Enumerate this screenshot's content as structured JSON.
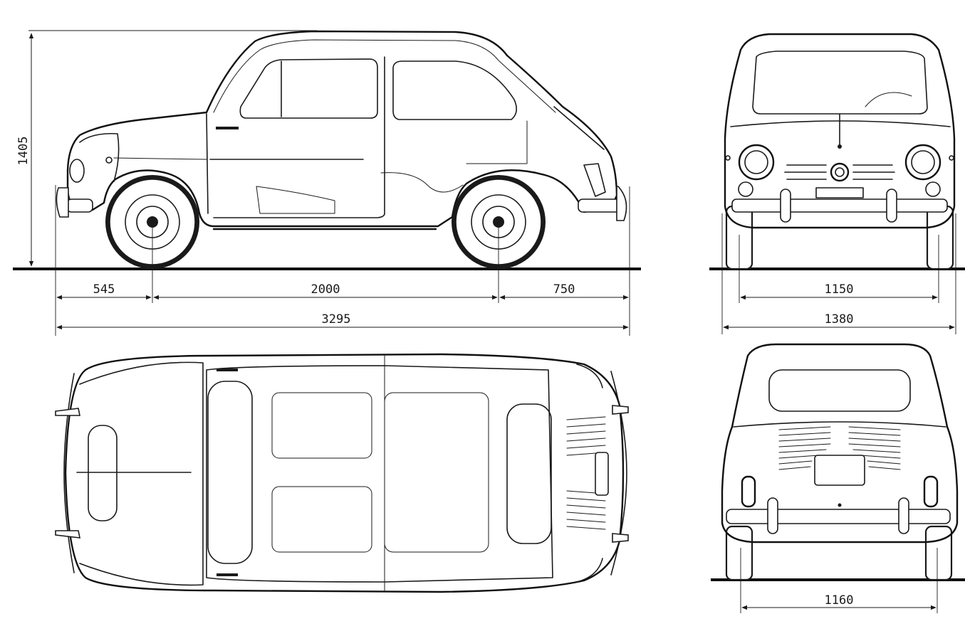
{
  "dimensions": {
    "height": "1405",
    "front_overhang": "545",
    "wheelbase": "2000",
    "rear_overhang": "750",
    "overall_length": "3295",
    "front_track": "1150",
    "overall_width": "1380",
    "rear_track": "1160"
  },
  "colors": {
    "ink": "#1a1a1a",
    "paper": "#ffffff"
  }
}
